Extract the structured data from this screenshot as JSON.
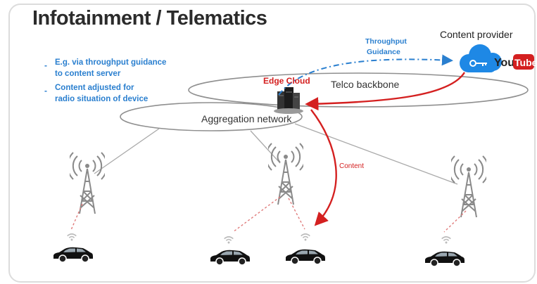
{
  "title": "Infotainment / Telematics",
  "bullets": [
    "E.g. via throughput guidance",
    "to content server",
    "Content adjusted for",
    "radio situation of device"
  ],
  "throughput_guidance": [
    "Throughput",
    "Guidance"
  ],
  "content_provider": "Content provider",
  "youtube_logo": {
    "you": "You",
    "tube": "Tube"
  },
  "edge_cloud": "Edge Cloud",
  "telco_backbone": "Telco backbone",
  "aggregation_network": "Aggregation network",
  "content_label": "Content",
  "colors": {
    "accent_blue": "#2a7fcf",
    "accent_red": "#d42020",
    "cloud_blue": "#1e88e5"
  },
  "icons": [
    "cell-tower-icon",
    "car-icon",
    "wifi-signal-icon",
    "cloud-icon",
    "key-icon",
    "server-icon"
  ]
}
